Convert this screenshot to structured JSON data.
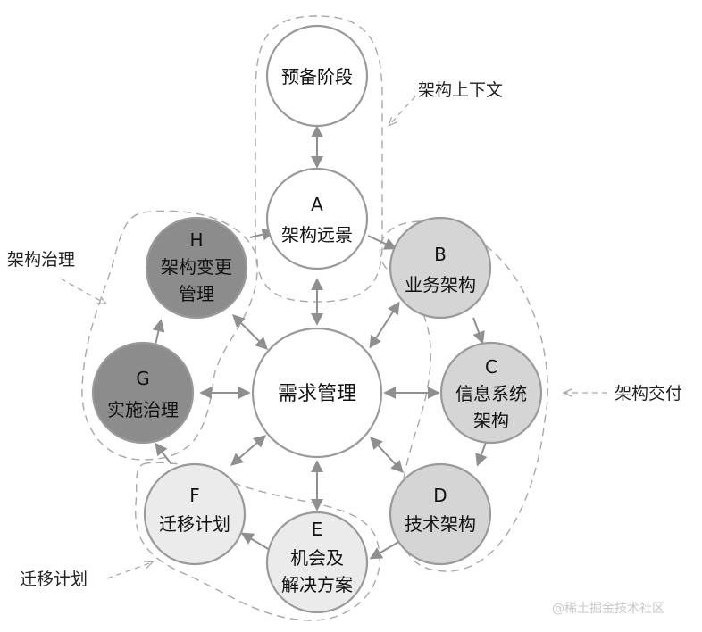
{
  "nodes": {
    "prelim": {
      "lines": [
        "预备阶段"
      ]
    },
    "a": {
      "letter": "A",
      "lines": [
        "架构远景"
      ]
    },
    "b": {
      "letter": "B",
      "lines": [
        "业务架构"
      ]
    },
    "c": {
      "letter": "C",
      "lines": [
        "信息系统",
        "架构"
      ]
    },
    "d": {
      "letter": "D",
      "lines": [
        "技术架构"
      ]
    },
    "e": {
      "letter": "E",
      "lines": [
        "机会及",
        "解决方案"
      ]
    },
    "f": {
      "letter": "F",
      "lines": [
        "迁移计划"
      ]
    },
    "g": {
      "letter": "G",
      "lines": [
        "实施治理"
      ]
    },
    "h": {
      "letter": "H",
      "lines": [
        "架构变更",
        "管理"
      ]
    },
    "center": {
      "lines": [
        "需求管理"
      ]
    }
  },
  "groups": {
    "context": "架构上下文",
    "governance": "架构治理",
    "delivery": "架构交付",
    "migration": "迁移计划"
  },
  "colors": {
    "white_fill": "#ffffff",
    "light_fill": "#ebebeb",
    "mid_fill": "#d5d5d5",
    "dark_fill": "#8c8c8c",
    "stroke": "#9a9a9a",
    "dashed": "#a8a8a8"
  },
  "watermark": "@稀土掘金技术社区"
}
